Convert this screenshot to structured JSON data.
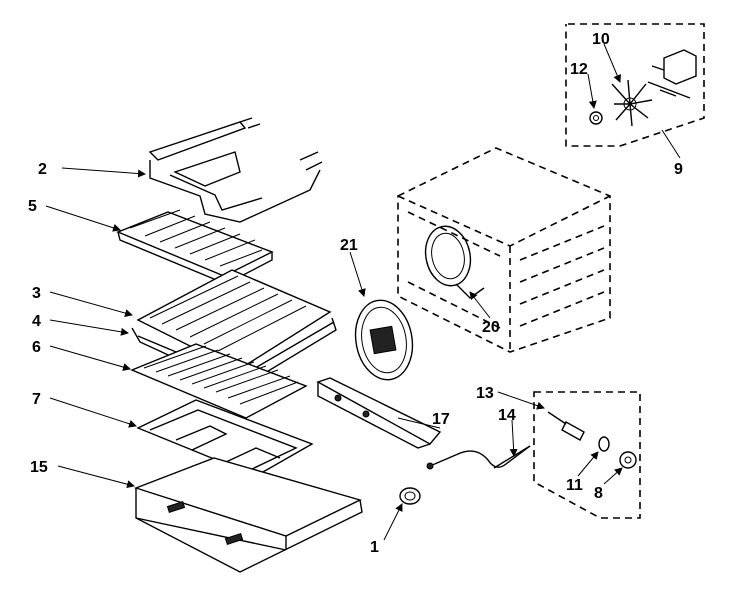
{
  "labels": {
    "l1": "1",
    "l2": "2",
    "l3": "3",
    "l4": "4",
    "l5": "5",
    "l6": "6",
    "l7": "7",
    "l8": "8",
    "l9": "9",
    "l10": "10",
    "l11": "11",
    "l12": "12",
    "l13": "13",
    "l14": "14",
    "l15": "15",
    "l17": "17",
    "l20": "20",
    "l21": "21"
  }
}
